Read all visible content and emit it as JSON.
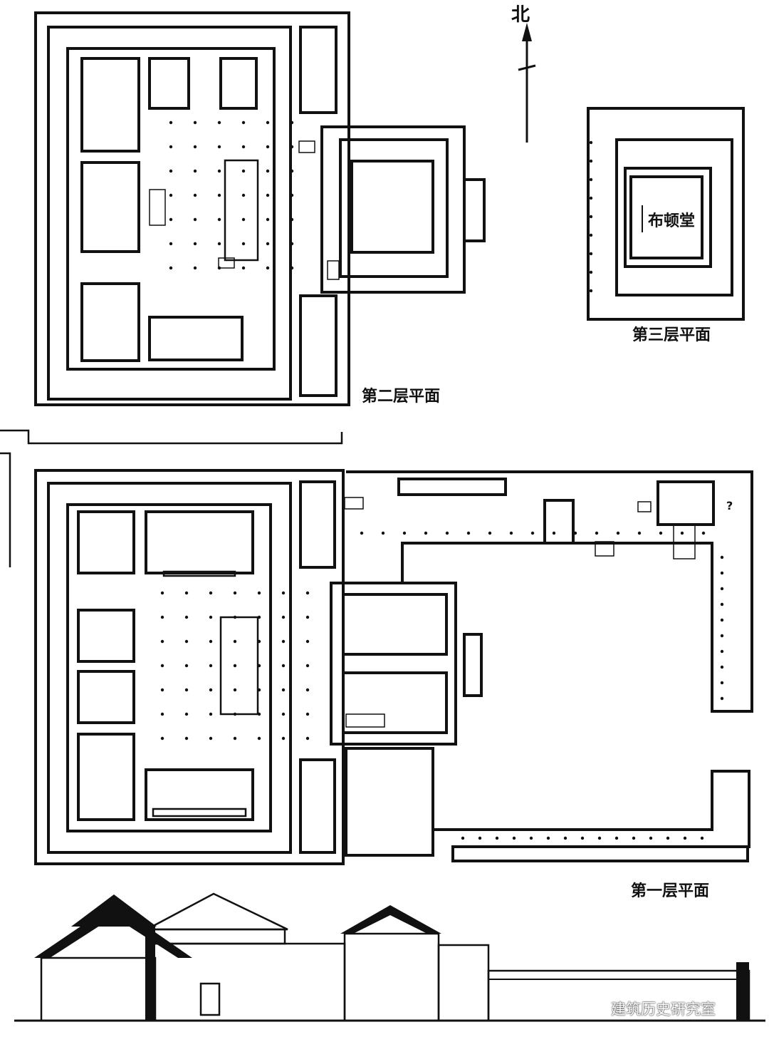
{
  "north_label": "北",
  "plans": {
    "level1": {
      "title": "第一层平面",
      "question_mark": "?"
    },
    "level2": {
      "title": "第二层平面"
    },
    "level3": {
      "title": "第三层平面",
      "room_label": "布顿堂"
    }
  },
  "watermark": "建筑历史研究室"
}
